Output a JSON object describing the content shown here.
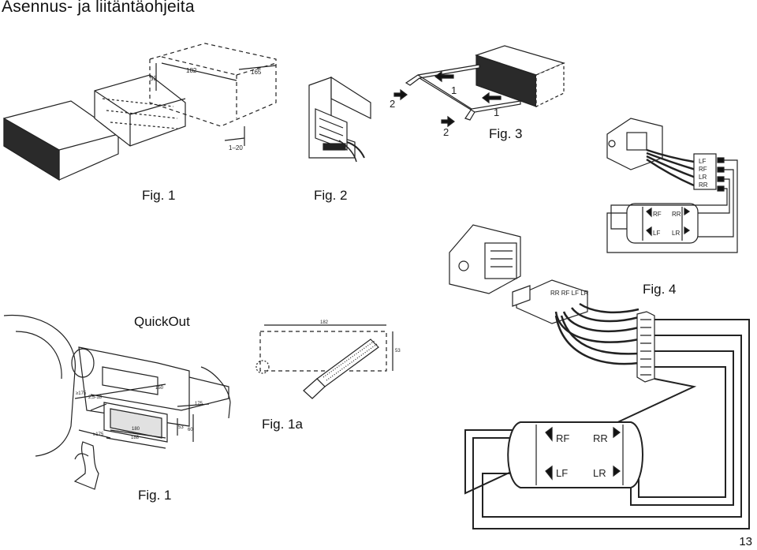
{
  "page": {
    "title": "Asennus- ja liitäntäohjeita",
    "page_number": "13"
  },
  "captions": {
    "fig1_top": "Fig. 1",
    "fig2": "Fig. 2",
    "fig3": "Fig. 3",
    "fig4": "Fig. 4",
    "fig1a": "Fig. 1a",
    "fig1_bottom": "Fig. 1",
    "quickout": "QuickOut"
  },
  "fig1_labels": {
    "d182": "182",
    "d53": "53",
    "d165": "165",
    "d1_20": "1–20"
  },
  "fig3_labels": {
    "n1a": "1",
    "n1b": "1",
    "n2a": "2",
    "n2b": "2"
  },
  "fig4_top_labels": {
    "lf": "LF",
    "rf": "RF",
    "lr": "LR",
    "rr": "RR",
    "car_rf": "RF",
    "car_rr": "RR",
    "car_lf": "LF",
    "car_lr": "LR"
  },
  "fig4_bottom_labels": {
    "plug": "RR RF LF LR",
    "car_rf": "RF",
    "car_rr": "RR",
    "car_lf": "LF",
    "car_lr": "LR"
  },
  "fig1a_labels": {
    "d182": "182",
    "d53": "53"
  },
  "quickout_labels": {
    "d175a": "≥175",
    "d25_18": "2,5-18",
    "d150": "150",
    "d175b": "175",
    "d180": "180",
    "d188": "188",
    "d53": "53",
    "d60": "60",
    "d175c": "≥175"
  }
}
